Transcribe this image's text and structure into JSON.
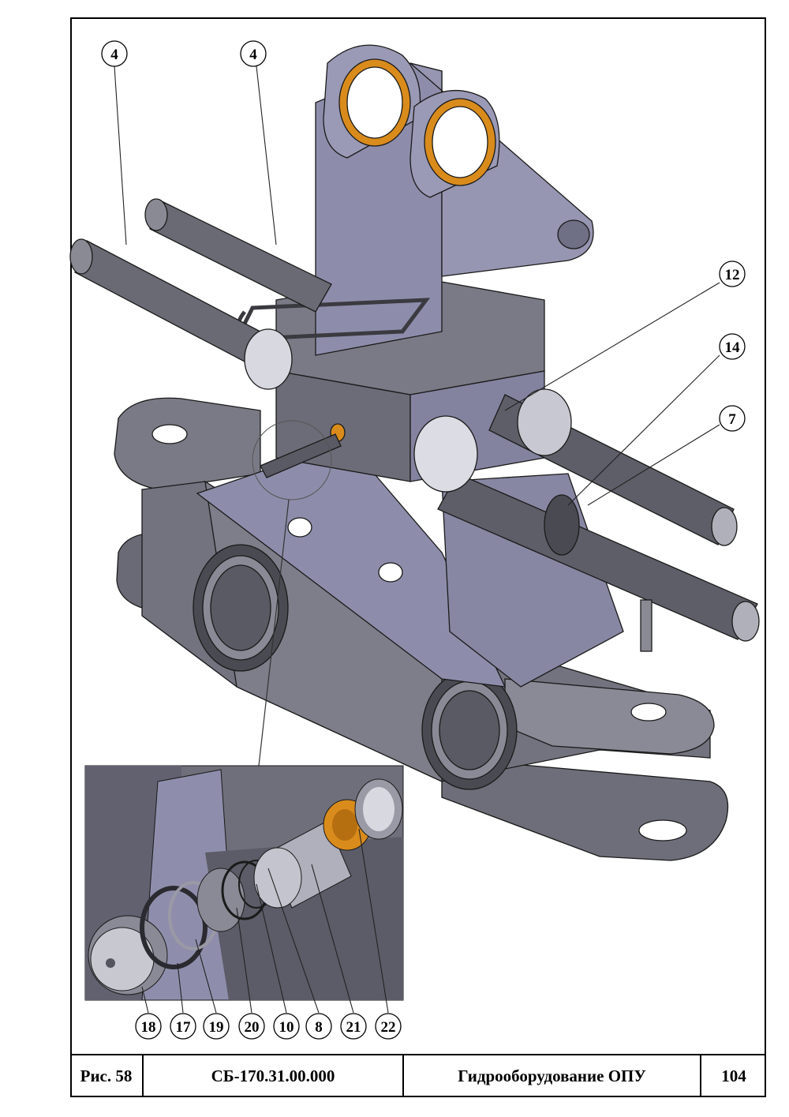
{
  "figure": {
    "label": "Рис. 58",
    "drawing_number": "СБ-170.31.00.000",
    "title": "Гидрооборудование ОПУ",
    "page": "104"
  },
  "callouts_main": [
    "4",
    "4",
    "12",
    "14",
    "7"
  ],
  "callouts_detail": [
    "18",
    "17",
    "19",
    "20",
    "10",
    "8",
    "21",
    "22"
  ],
  "colors": {
    "steel": "#7a7a86",
    "steel_light": "#9a9aa8",
    "steel_dark": "#55555f",
    "frame_lavender": "#8c8cab",
    "bronze": "#d98b1c",
    "outline": "#1a1a1a"
  }
}
